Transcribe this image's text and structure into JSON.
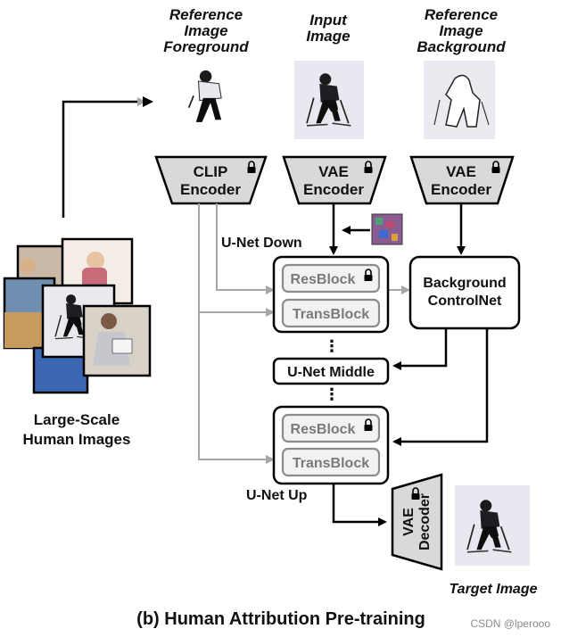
{
  "labels": {
    "ref_fg": [
      "Reference",
      "Image",
      "Foreground"
    ],
    "input": [
      "Input",
      "Image"
    ],
    "ref_bg": [
      "Reference",
      "Image",
      "Background"
    ],
    "large_scale": [
      "Large-Scale",
      "Human Images"
    ],
    "target": "Target Image",
    "unet_down": "U-Net Down",
    "unet_middle": "U-Net Middle",
    "unet_up": "U-Net Up",
    "caption": "(b) Human Attribution Pre-training",
    "watermark": "CSDN @lperooo"
  },
  "encoders": {
    "clip": [
      "CLIP",
      "Encoder"
    ],
    "vae_input": [
      "VAE",
      "Encoder"
    ],
    "vae_bg": [
      "VAE",
      "Encoder"
    ],
    "vae_decoder": [
      "VAE",
      "Decoder"
    ]
  },
  "blocks": {
    "resblock": "ResBlock",
    "transblock": "TransBlock",
    "bg_controlnet": [
      "Background",
      "ControlNet"
    ],
    "dots": "⋮"
  },
  "icons": {
    "lock": "lock-icon",
    "noise": "noise-icon",
    "skier": "skier-figure",
    "photo": "photo-thumbnail"
  },
  "colors": {
    "encoder_fill": "#d9d9d9",
    "block_inner_fill": "#f2f2f2",
    "gray_line": "#a6a6a6",
    "black_line": "#000000"
  }
}
